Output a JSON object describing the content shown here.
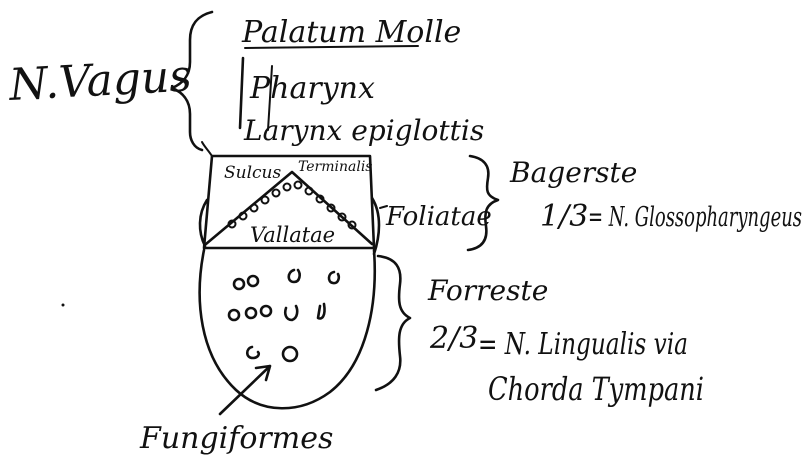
{
  "labels": {
    "vagus": "N.Vagus",
    "palatum": "Palatum Molle",
    "pharynx": "Pharynx",
    "larynx": "Larynx epiglottis",
    "sulcus": "Sulcus",
    "terminalis": "Terminalis",
    "vallatae": "Vallatae",
    "foliatae": "Foliatae",
    "bagerste": "Bagerste",
    "one_third": "1/3",
    "glosso": "= N. Glossopharyngeus",
    "forreste": "Forreste",
    "two_thirds": "2/3",
    "lingualis": "= N. Lingualis via",
    "chorda": "Chorda Tympani",
    "fungiformes": "Fungiformes"
  }
}
